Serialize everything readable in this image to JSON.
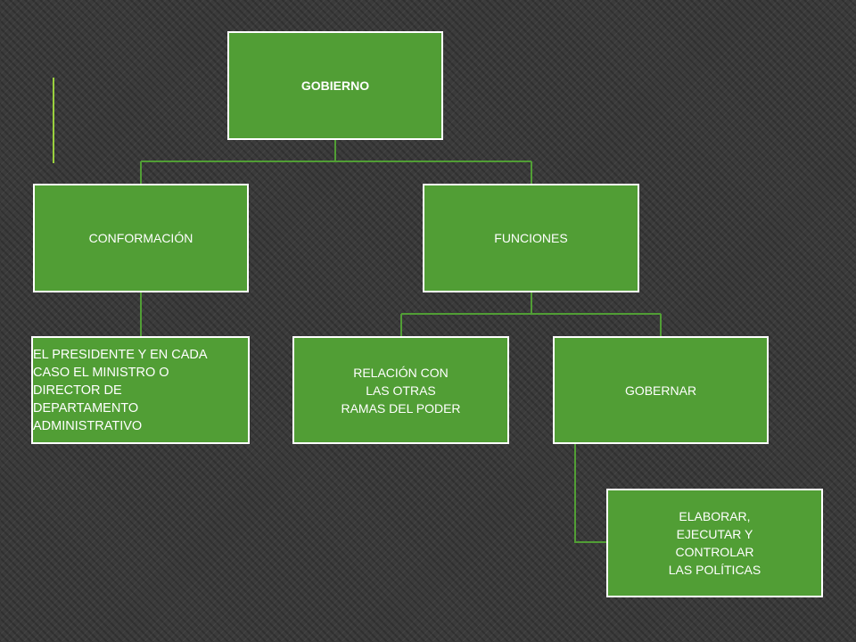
{
  "diagram": {
    "colors": {
      "box_fill": "#519e35",
      "box_border": "#ffffff",
      "connector": "#519e35",
      "accent": "#9ad13e",
      "background": "#3b3b3b"
    },
    "nodes": {
      "gobierno": "GOBIERNO",
      "conformacion": "CONFORMACIÓN",
      "funciones": "FUNCIONES",
      "presidente": "EL PRESIDENTE  Y EN CADA\n CASO EL MINISTRO O\nDIRECTOR DE\nDEPARTAMENTO\nADMINISTRATIVO",
      "relacion": "RELACIÓN CON\nLAS OTRAS\nRAMAS DEL PODER",
      "gobernar": "GOBERNAR",
      "elaborar": "ELABORAR,\nEJECUTAR Y\nCONTROLAR\nLAS POLÍTICAS"
    }
  }
}
